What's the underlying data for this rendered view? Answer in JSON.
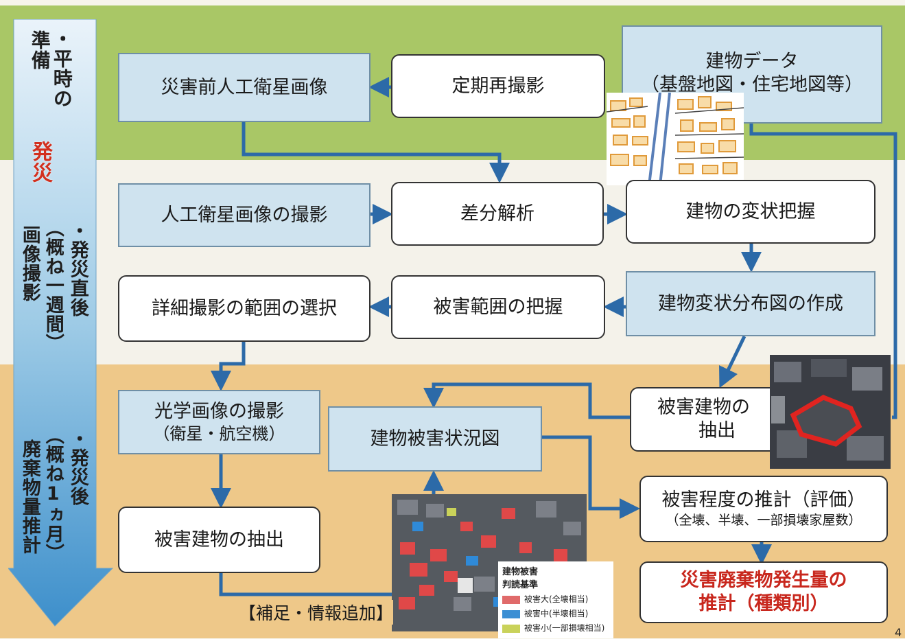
{
  "timeline": {
    "phase1_line1": "・平時の",
    "phase1_line2": "準備",
    "disaster": "発災",
    "phase2_line1": "・発災直後",
    "phase2_line2": "（概ね一週間）",
    "phase2_line3": "画像撮影",
    "phase3_line1": "・発災後",
    "phase3_line2": "（概ね1ヵ月）",
    "phase3_line3": "廃棄物量推計"
  },
  "boxes": {
    "pre_disaster_image": "災害前人工衛星画像",
    "periodic_reshoot": "定期再撮影",
    "building_data_l1": "建物データ",
    "building_data_l2": "（基盤地図・住宅地図等）",
    "satellite_imaging": "人工衛星画像の撮影",
    "difference_analysis": "差分解析",
    "building_deformation": "建物の変状把握",
    "detailed_range_select": "詳細撮影の範囲の選択",
    "damage_range": "被害範囲の把握",
    "deformation_map": "建物変状分布図の作成",
    "optical_imaging_l1": "光学画像の撮影",
    "optical_imaging_l2": "（衛星・航空機）",
    "damage_status_map": "建物被害状況図",
    "damaged_building_extract_l1": "被害建物の",
    "damaged_building_extract_l2": "抽出",
    "damage_degree_l1": "被害程度の推計（評価）",
    "damage_degree_l2": "（全壊、半壊、一部損壊家屋数）",
    "damaged_building_extract2": "被害建物の抽出",
    "waste_estimate_l1": "災害廃棄物発生量の",
    "waste_estimate_l2": "推計（種類別）"
  },
  "legend": {
    "title_l1": "建物被害",
    "title_l2": "判読基準",
    "item_large": "被害大(全壊相当)",
    "item_medium": "被害中(半壊相当)",
    "item_small": "被害小(一部損壊相当)"
  },
  "footnote": "【補足・情報追加】",
  "page_number": "4",
  "colors": {
    "arrow": "#2c6aa8",
    "legend_large": "#e06a6a",
    "legend_medium": "#3b8fd4",
    "legend_small": "#c9d25a"
  }
}
